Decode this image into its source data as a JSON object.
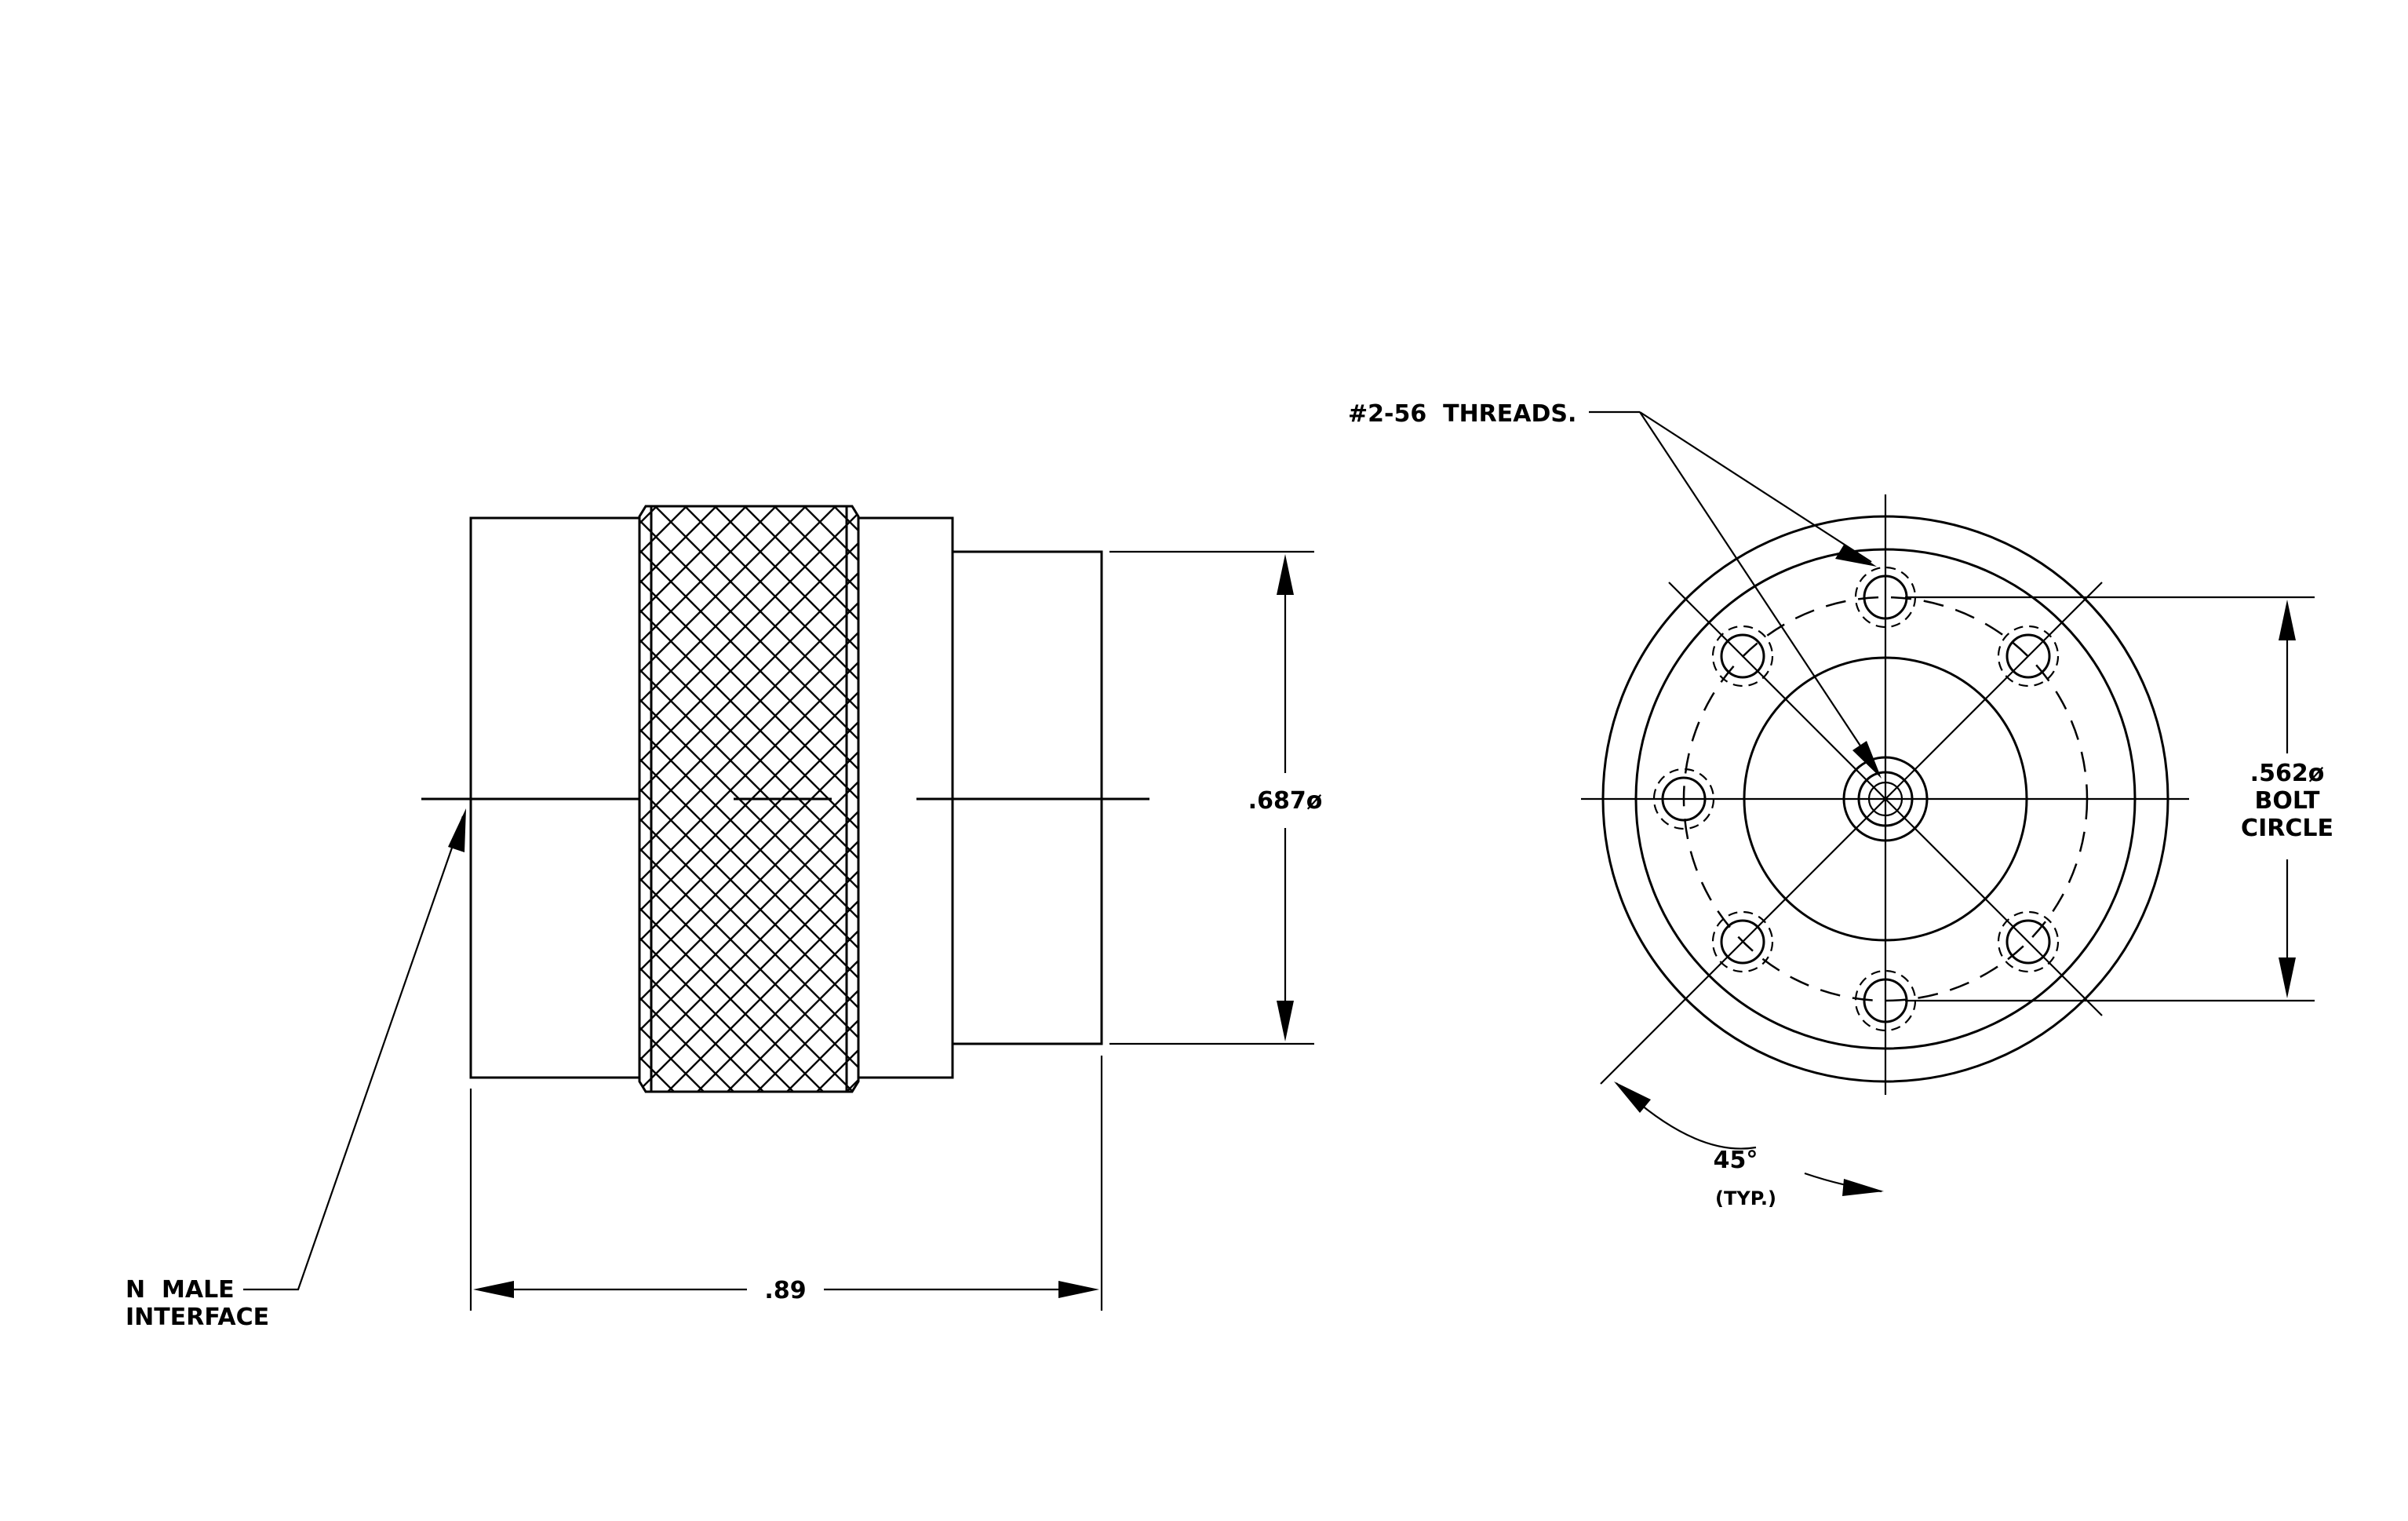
{
  "side_view": {
    "diameter_label": ".687ø",
    "length_label": ".89",
    "interface_label_line1": "N  MALE",
    "interface_label_line2": "INTERFACE"
  },
  "front_view": {
    "thread_label": "#2-56  THREADS.",
    "bolt_circle_line1": ".562ø",
    "bolt_circle_line2": "BOLT",
    "bolt_circle_line3": "CIRCLE",
    "angle_label": "45°",
    "angle_note": "(TYP.)"
  }
}
